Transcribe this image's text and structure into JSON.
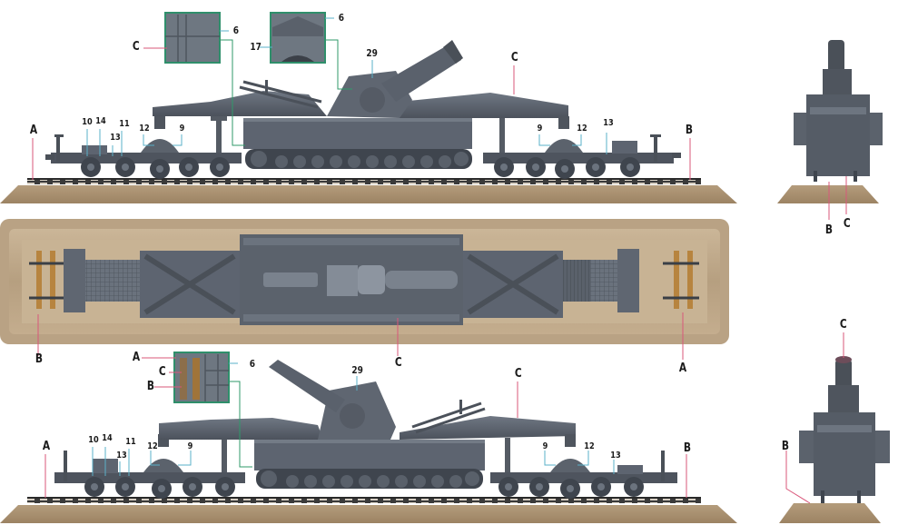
{
  "figure": {
    "subject": "Railway-transported heavy siege mortar on two carrier bogies (side, top and front views)",
    "colors": {
      "vehicle_gray": "#5d6470",
      "vehicle_dark": "#3f454e",
      "vehicle_light": "#7d8590",
      "base_tan": "#a48b6c",
      "base_tan_light": "#c7b296",
      "base_tan_dark": "#8a7256",
      "rail": "#2e2e2e",
      "sleeper_wood": "#b7843f",
      "inset_frame": "#2f8f6b",
      "leader_red": "#d9577a",
      "leader_blue": "#5ab0c8",
      "leader_green": "#2f9a6a"
    }
  },
  "views": {
    "side_top": {
      "labels": {
        "A": "A",
        "B": "B",
        "C_upper": "C",
        "C_right": "C",
        "n10": "10",
        "n14": "14",
        "n11": "11",
        "n13_left": "13",
        "n12_left": "12",
        "n9_left": "9",
        "n9_right": "9",
        "n12_right": "12",
        "n13_right": "13",
        "n29": "29",
        "n6_left": "6",
        "n6_right": "6",
        "n17": "17"
      }
    },
    "front_top": {
      "labels": {
        "B": "B",
        "C": "C"
      }
    },
    "top_view": {
      "labels": {
        "B": "B",
        "C": "C",
        "A": "A"
      }
    },
    "side_bottom": {
      "labels": {
        "A_inset": "A",
        "C_inset": "C",
        "B_inset": "B",
        "n6": "6",
        "n29": "29",
        "C_right": "C",
        "A": "A",
        "B": "B",
        "n10": "10",
        "n14": "14",
        "n11": "11",
        "n13_left": "13",
        "n12_left": "12",
        "n9_left": "9",
        "n9_right": "9",
        "n12_right": "12",
        "n13_right": "13"
      }
    },
    "front_bottom": {
      "labels": {
        "B": "B",
        "C": "C"
      }
    }
  }
}
